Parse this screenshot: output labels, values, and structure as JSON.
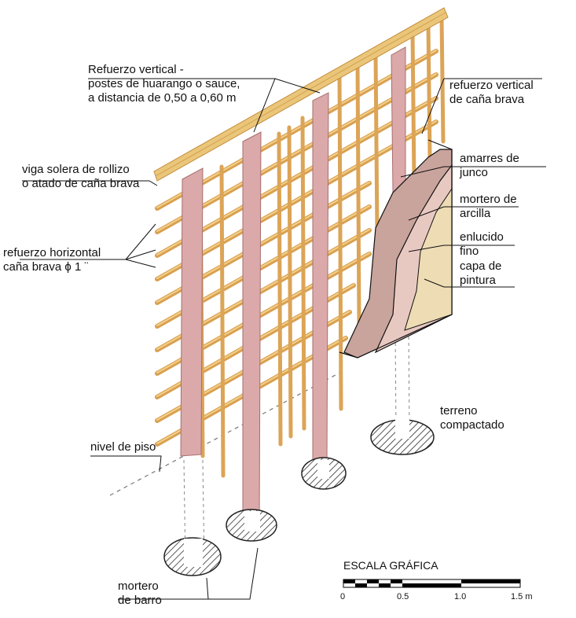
{
  "labels": {
    "refuerzo_vertical_postes": [
      "Refuerzo vertical -",
      "postes de huarango o sauce,",
      "a distancia de 0,50 a 0,60 m"
    ],
    "refuerzo_vertical_cana": [
      "refuerzo vertical",
      "de caña brava"
    ],
    "viga_solera": [
      "viga solera de rollizo",
      "o atado de caña brava"
    ],
    "amarres": [
      "amarres de",
      "junco"
    ],
    "mortero_arcilla": [
      "mortero de",
      "arcilla"
    ],
    "enlucido": [
      "enlucido",
      "fino"
    ],
    "capa_pintura": [
      "capa de",
      "pintura"
    ],
    "refuerzo_horizontal": [
      "refuerzo horizontal",
      "caña brava ϕ 1 ¨"
    ],
    "terreno": [
      "terreno",
      "compactado"
    ],
    "nivel_piso": "nivel de piso",
    "mortero_barro": [
      "mortero",
      "de barro"
    ]
  },
  "scale": {
    "title": "ESCALA GRÁFICA",
    "ticks": [
      "0",
      "0.5",
      "1.0",
      "1.5 m"
    ]
  },
  "colors": {
    "cane": "#e8b866",
    "cane_dark": "#c98a3a",
    "post": "#d9a6a6",
    "clay": "#c8a49b",
    "plaster": "#e9cbc2",
    "paint": "#efe0b4"
  }
}
